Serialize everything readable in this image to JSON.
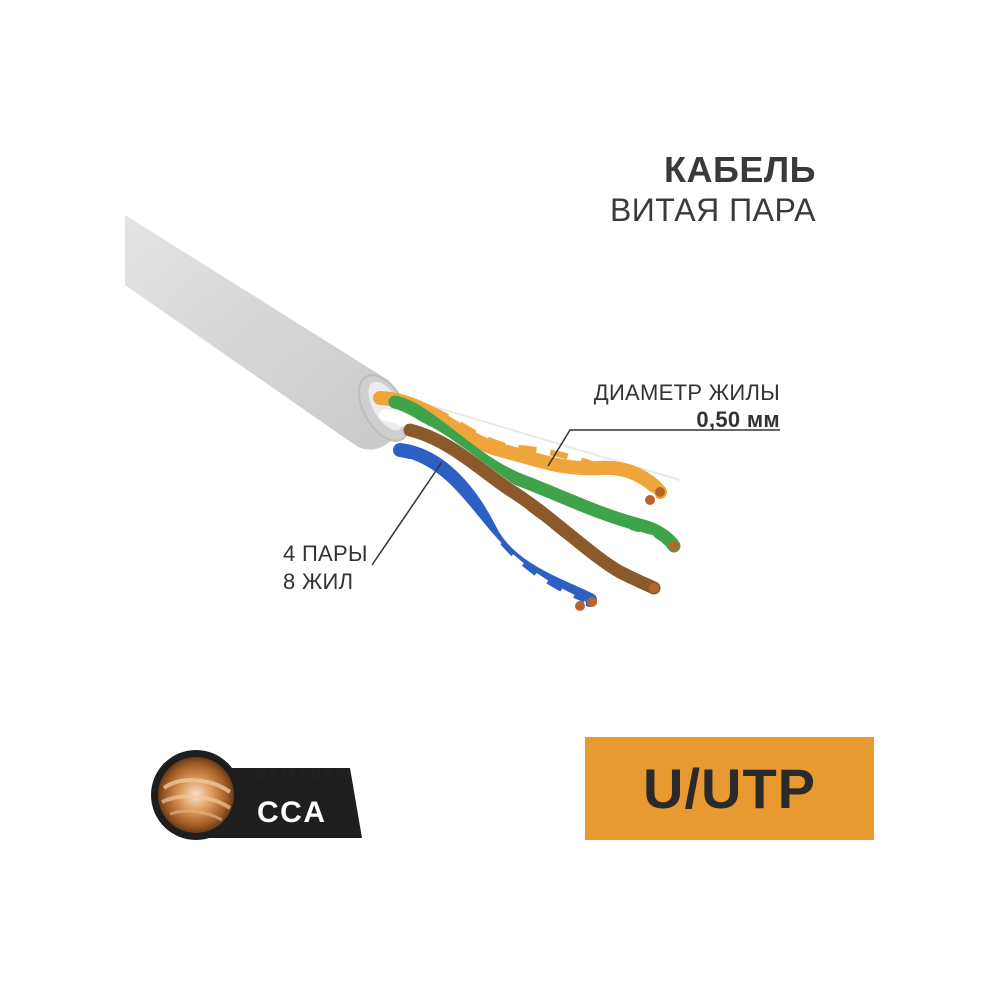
{
  "title": {
    "main": "КАБЕЛЬ",
    "sub": "ВИТАЯ ПАРА"
  },
  "callouts": {
    "diameter_label": "ДИАМЕТР ЖИЛЫ",
    "diameter_value": "0,50 мм",
    "pairs_line1": "4 ПАРЫ",
    "pairs_line2": "8 ЖИЛ"
  },
  "material": {
    "label": "МАТЕРИАЛ:",
    "value": "CCA"
  },
  "shielding": {
    "type": "U/UTP"
  },
  "colors": {
    "jacket": "#dcdcdc",
    "orange_wire": "#f0a53a",
    "green_wire": "#3fa34a",
    "blue_wire": "#2d5fc4",
    "brown_wire": "#8a5a2b",
    "badge_orange": "#e89a30",
    "badge_dark": "#1e1e1e"
  }
}
